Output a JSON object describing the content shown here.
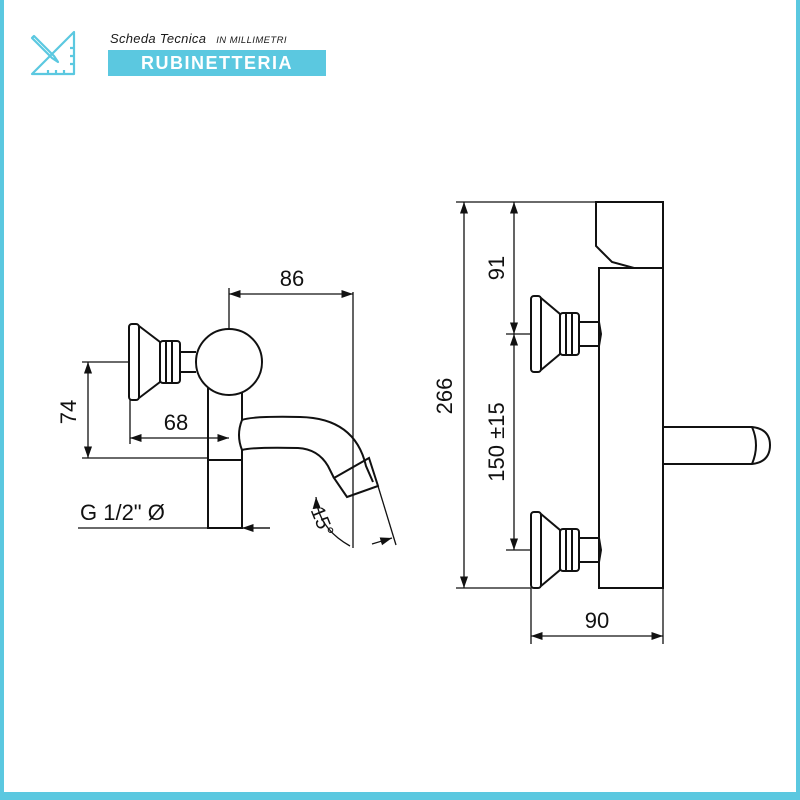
{
  "header": {
    "title": "Scheda Tecnica",
    "subtitle": "IN MILLIMETRI",
    "category": "RUBINETTERIA",
    "icon": "ruler-pencil-icon",
    "accent_color": "#5bc8e0"
  },
  "dimensions": {
    "spout_reach": "86",
    "handle_offset": "68",
    "height_side": "74",
    "connection": "G 1/2\"  Ø",
    "angle": "15°",
    "total_height": "266",
    "top_to_handle": "91",
    "handle_spacing": "150 ±15",
    "depth": "90"
  }
}
